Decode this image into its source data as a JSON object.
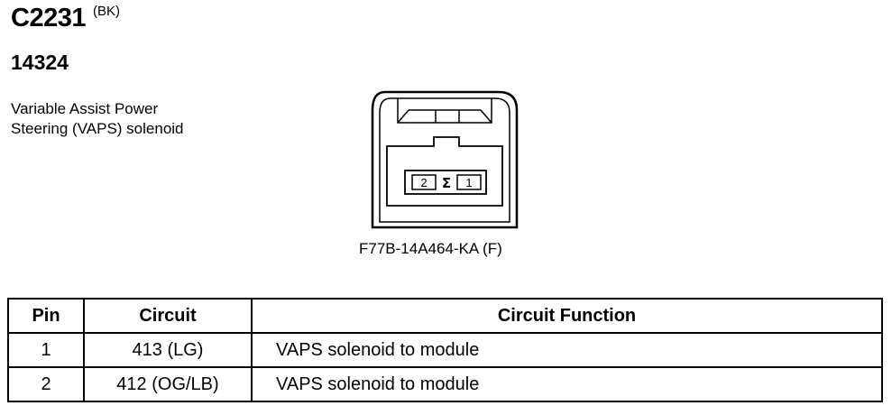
{
  "header": {
    "connector_id": "C2231",
    "connector_color": "(BK)",
    "harness_number": "14324"
  },
  "description": {
    "line1": "Variable Assist Power",
    "line2": "Steering (VAPS) solenoid"
  },
  "connector": {
    "pins_shown": [
      "2",
      "Σ",
      "1"
    ],
    "part_number": "F77B-14A464-KA (F)"
  },
  "pin_table": {
    "headers": [
      "Pin",
      "Circuit",
      "Circuit Function"
    ],
    "rows": [
      {
        "pin": "1",
        "circuit": "413 (LG)",
        "function": "VAPS solenoid to module"
      },
      {
        "pin": "2",
        "circuit": "412 (OG/LB)",
        "function": "VAPS solenoid to module"
      }
    ]
  }
}
